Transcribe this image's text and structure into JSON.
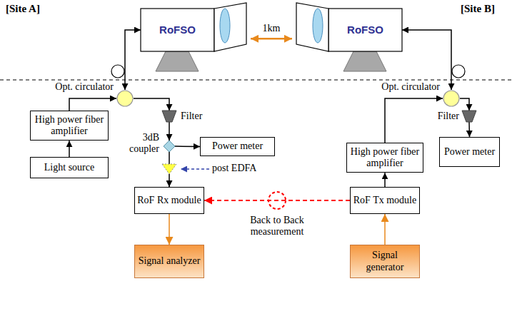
{
  "diagram": {
    "nodes": [
      {
        "text": [
          "RoFSO"
        ]
      },
      {
        "text": [
          "RoFSO"
        ]
      },
      {
        "text": [
          "Opt. circulator"
        ]
      },
      {
        "text": [
          "Opt. circulator"
        ]
      },
      {
        "text": [
          "High power fiber amplifier"
        ]
      },
      {
        "text": [
          "Filter"
        ]
      },
      {
        "text": [
          "3dB coupler"
        ]
      },
      {
        "text": [
          "Power meter"
        ]
      },
      {
        "text": [
          "High power fiber amplifier"
        ]
      },
      {
        "text": [
          "Filter"
        ]
      },
      {
        "text": [
          "Light source"
        ]
      },
      {
        "text": [
          "post EDFA"
        ]
      },
      {
        "text": [
          "Power meter"
        ]
      },
      {
        "text": [
          "RoF Rx module"
        ]
      },
      {
        "text": [
          "RoF Tx module"
        ]
      },
      {
        "text": [
          "Signal analyzer"
        ]
      },
      {
        "text": [
          "Signal generator"
        ]
      }
    ],
    "edges": [
      {
        "from": 10,
        "to": 4,
        "arrow": "to"
      },
      {
        "from": 4,
        "to": 2,
        "arrow": "to"
      },
      {
        "from": 2,
        "to": 0,
        "arrow": "both"
      },
      {
        "from": 2,
        "to": 5,
        "arrow": "to"
      },
      {
        "from": 5,
        "to": 6,
        "arrow": "to"
      },
      {
        "from": 6,
        "to": 7,
        "arrow": "to"
      },
      {
        "from": 6,
        "to": 11,
        "arrow": "none"
      },
      {
        "from": 11,
        "to": 13,
        "arrow": "to"
      },
      {
        "from": 13,
        "to": 15,
        "arrow": "to"
      },
      {
        "from": 0,
        "to": 1,
        "label": "1km",
        "arrow": "both"
      },
      {
        "from": 16,
        "to": 14,
        "arrow": "to"
      },
      {
        "from": 14,
        "to": 8,
        "arrow": "to"
      },
      {
        "from": 8,
        "to": 3,
        "arrow": "to"
      },
      {
        "from": 3,
        "to": 1,
        "arrow": "both"
      },
      {
        "from": 3,
        "to": 9,
        "arrow": "to"
      },
      {
        "from": 9,
        "to": 12,
        "arrow": "to"
      },
      {
        "from": 14,
        "to": 13,
        "label": "Back to Back measurement",
        "arrow": "to"
      }
    ],
    "labels": [
      "[Site A]",
      "[Site B]"
    ]
  }
}
